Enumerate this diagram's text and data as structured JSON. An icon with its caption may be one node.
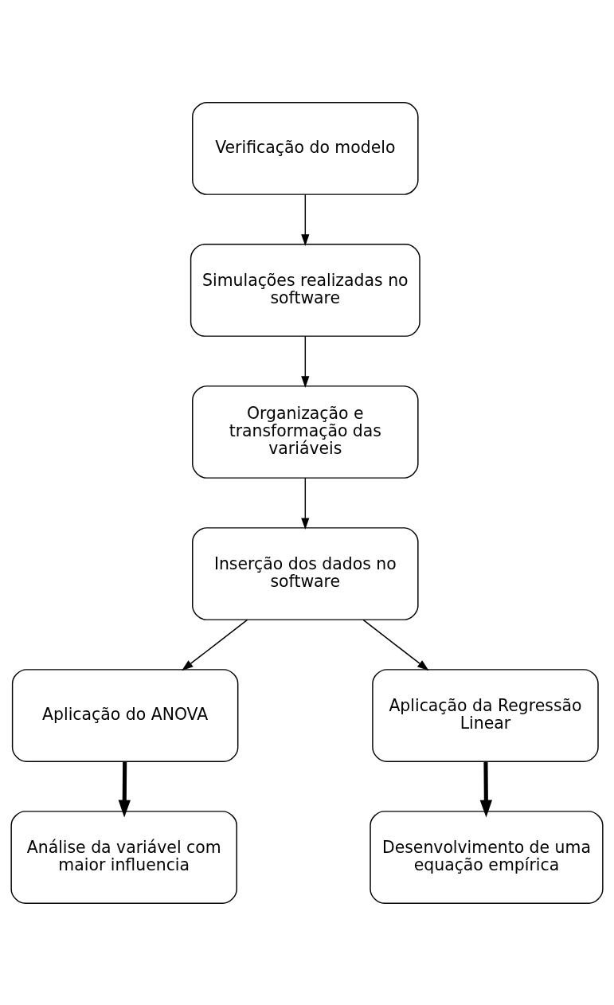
{
  "diagram": {
    "nodes": [
      {
        "text": [
          "Verificação do modelo"
        ]
      },
      {
        "text": [
          "Simulações realizadas no software"
        ]
      },
      {
        "text": [
          "Organização e transformação das variáveis"
        ]
      },
      {
        "text": [
          "Inserção dos dados no software"
        ]
      },
      {
        "text": [
          "Aplicação do ANOVA"
        ]
      },
      {
        "text": [
          "Aplicação da Regressão Linear"
        ]
      },
      {
        "text": [
          "Análise da variável com maior influencia"
        ]
      },
      {
        "text": [
          "Desenvolvimento de uma equação empírica"
        ]
      }
    ],
    "edges": [
      {
        "from": 0,
        "to": 1,
        "arrow": "to"
      },
      {
        "from": 1,
        "to": 2,
        "arrow": "to"
      },
      {
        "from": 2,
        "to": 3,
        "arrow": "to"
      },
      {
        "from": 3,
        "to": 4,
        "arrow": "to"
      },
      {
        "from": 3,
        "to": 5,
        "arrow": "to"
      },
      {
        "from": 4,
        "to": 6,
        "arrow": "to",
        "style": "thick"
      },
      {
        "from": 5,
        "to": 7,
        "arrow": "to",
        "style": "thick"
      }
    ]
  }
}
